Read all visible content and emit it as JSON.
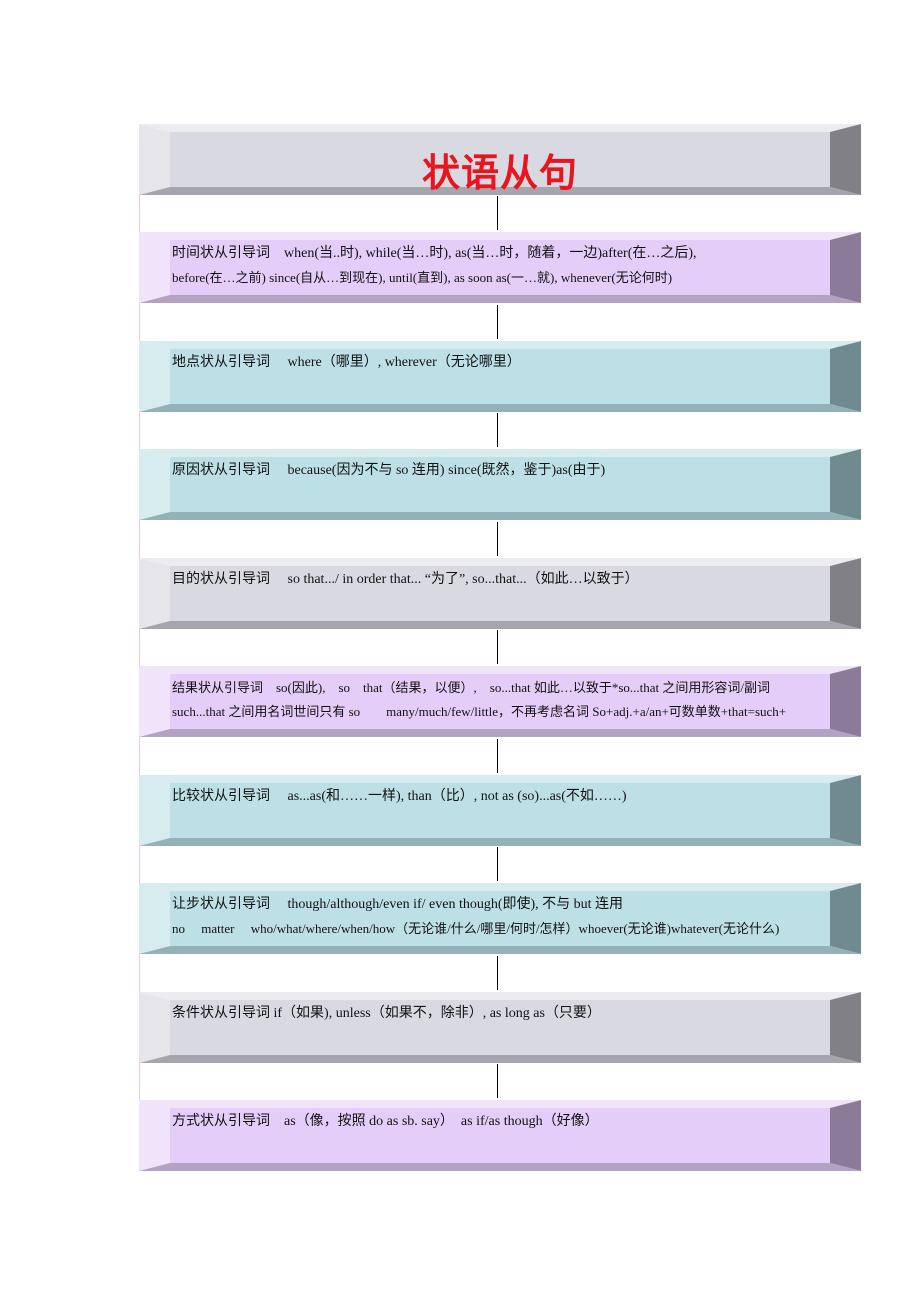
{
  "title": "状语从句",
  "items": [
    {
      "color": "purple",
      "lines": [
        "时间状从引导词　when(当..时), while(当…时), as(当…时，随着，一边)after(在…之后),",
        "before(在…之前) since(自从…到现在), until(直到), as soon as(一…就), whenever(无论何时)"
      ]
    },
    {
      "color": "teal",
      "lines": [
        "地点状从引导词　 where（哪里）, wherever（无论哪里）"
      ]
    },
    {
      "color": "teal",
      "lines": [
        "原因状从引导词　 because(因为不与 so 连用) since(既然，鉴于)as(由于)"
      ]
    },
    {
      "color": "gray",
      "lines": [
        "目的状从引导词　 so that.../ in order that... “为了”, so...that...（如此…以致于）"
      ]
    },
    {
      "color": "purple",
      "lines": [
        "结果状从引导词　so(因此),　so　that（结果，以便）,　so...that 如此…以致于*so...that 之间用形容词/副词",
        "such...that 之间用名词世间只有 so　　many/much/few/little，不再考虑名词 So+adj.+a/an+可数单数+that=such+"
      ]
    },
    {
      "color": "teal",
      "lines": [
        "比较状从引导词　 as...as(和……一样), than（比）, not as (so)...as(不如……)"
      ]
    },
    {
      "color": "teal",
      "lines": [
        "让步状从引导词　 though/although/even if/ even though(即使), 不与 but 连用",
        "no　 matter　 who/what/where/when/how（无论谁/什么/哪里/何时/怎样）whoever(无论谁)whatever(无论什么)"
      ]
    },
    {
      "color": "gray",
      "lines": [
        "条件状从引导词 if（如果), unless（如果不，除非）, as long as（只要）"
      ]
    },
    {
      "color": "purple",
      "lines": [
        "方式状从引导词　as（像，按照 do as sb. say）　as if/as though（好像）"
      ]
    }
  ]
}
